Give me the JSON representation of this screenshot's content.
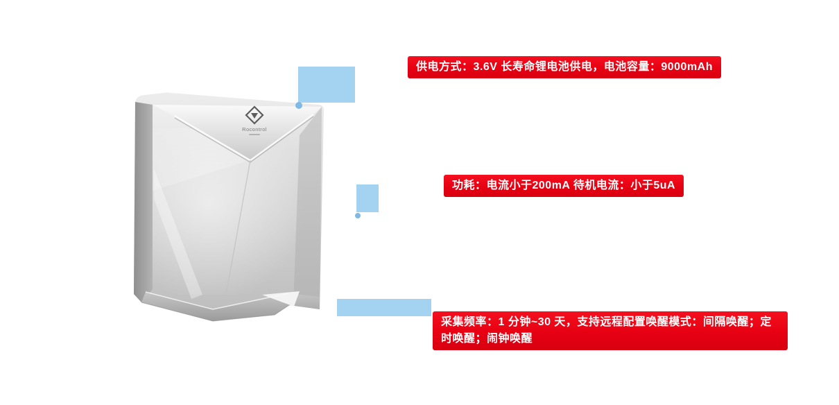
{
  "page": {
    "background": "#ffffff"
  },
  "device": {
    "brand": "Rocontrol"
  },
  "callouts": [
    {
      "id": "power-supply",
      "text": "供电方式：3.6V 长寿命锂电池供电，电池容量：9000mAh"
    },
    {
      "id": "power-consumption",
      "text": "功耗：电流小于200mA 待机电流：小于5uA"
    },
    {
      "id": "sampling-frequency",
      "text": "采集频率：1 分钟~30 天，支持远程配置唤醒模式：间隔唤醒；定时唤醒；闹钟唤醒"
    }
  ],
  "colors": {
    "banner_red": "#e60012",
    "connector_blue": "#a4d2f1",
    "banner_text": "#ffffff",
    "device_silver": "#d2d2d2"
  }
}
